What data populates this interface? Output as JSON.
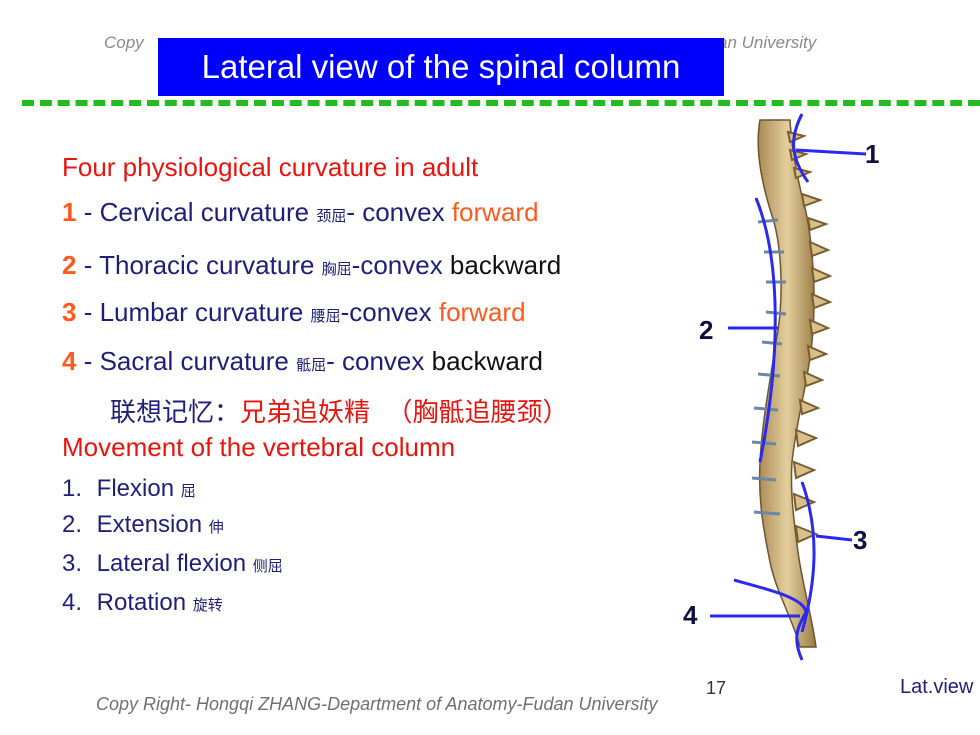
{
  "header": {
    "copyright_left": "Copy",
    "copyright_right": "an University",
    "title": "Lateral view of the spinal column"
  },
  "curvature": {
    "heading": "Four physiological curvature in adult",
    "items": [
      {
        "num": "1",
        "sep": " - ",
        "text": "Cervical curvature ",
        "cn": "颈屈",
        "text2": "- convex ",
        "dir": "forward"
      },
      {
        "num": "2",
        "sep": " - ",
        "text": "Thoracic curvature ",
        "cn": "胸屈",
        "text2": "-convex ",
        "dir": "backward"
      },
      {
        "num": "3",
        "sep": " - ",
        "text": "Lumbar curvature ",
        "cn": "腰屈",
        "text2": "-convex ",
        "dir": "forward"
      },
      {
        "num": "4",
        "sep": " - ",
        "text": "Sacral curvature ",
        "cn": "骶屈",
        "text2": "- convex ",
        "dir": "backward"
      }
    ],
    "mnemonic_label": "联想记忆：",
    "mnemonic_text": "兄弟追妖精  （胸骶追腰颈）"
  },
  "movement": {
    "heading": "Movement of the vertebral column",
    "items": [
      {
        "num": "1.",
        "text": "Flexion ",
        "cn": "屈"
      },
      {
        "num": "2.",
        "text": "Extension ",
        "cn": "伸"
      },
      {
        "num": "3.",
        "text": "Lateral flexion ",
        "cn": "侧屈"
      },
      {
        "num": "4.",
        "text": "Rotation ",
        "cn": "旋转"
      }
    ]
  },
  "figure": {
    "labels": [
      "1",
      "2",
      "3",
      "4"
    ],
    "caption": "Lat.view"
  },
  "footer": {
    "copyright": "Copy Right- Hongqi ZHANG-Department of Anatomy-Fudan University",
    "page_number": "17"
  },
  "colors": {
    "title_bg": "#0000ff",
    "dash": "#22bb22",
    "heading_red": "#e8150f",
    "accent_orange": "#ff5a1e",
    "body_navy": "#1f1f7a",
    "curve_blue": "#2a2aee"
  }
}
